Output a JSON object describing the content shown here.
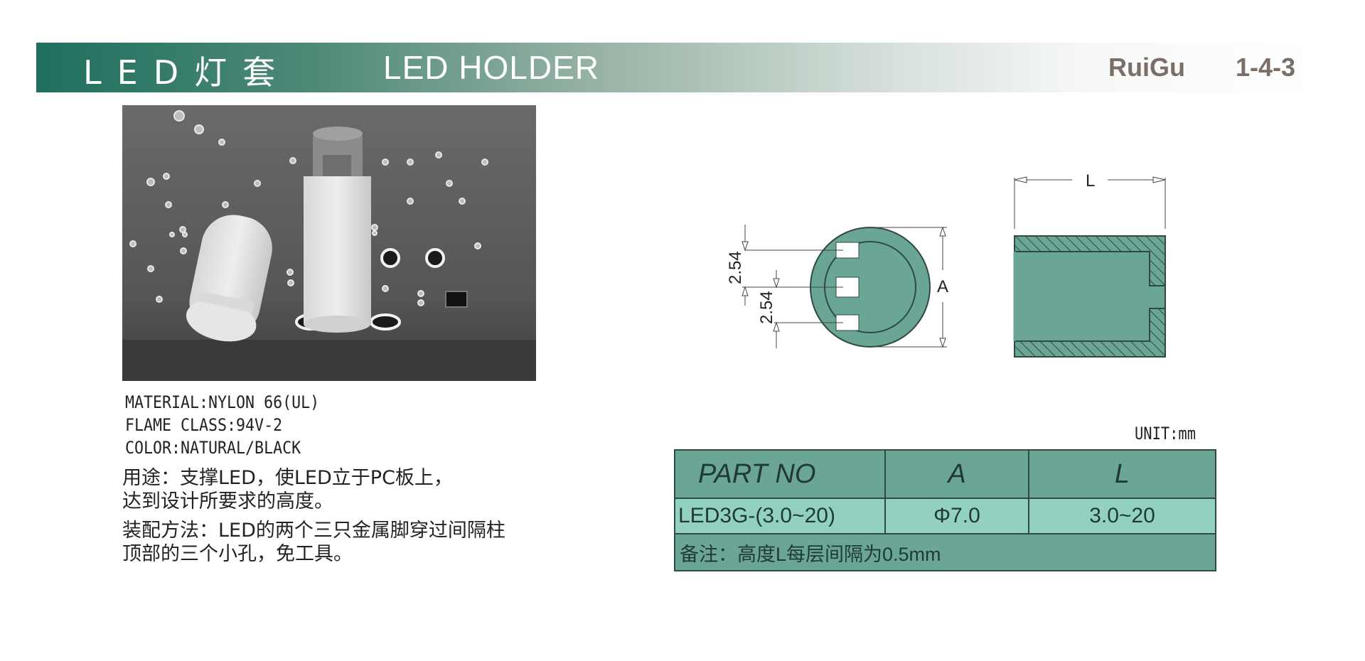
{
  "header": {
    "title_cn": "LED灯套",
    "title_en": "LED HOLDER",
    "brand": "RuiGu",
    "page_number": "1-4-3",
    "gradient_start": "#1f6f5e",
    "text_color_brand": "#7a6e66"
  },
  "photo": {
    "description": "Photo of two white nylon LED holders on a PCB, one holding an LED upright"
  },
  "specs": {
    "material": "MATERIAL:NYLON 66(UL)",
    "flame_class": "FLAME CLASS:94V-2",
    "color": "COLOR:NATURAL/BLACK"
  },
  "description": {
    "usage_line1": "用途：支撑LED，使LED立于PC板上，",
    "usage_line2": "达到设计所要求的高度。",
    "assembly_line1": "装配方法：LED的两个三只金属脚穿过间隔柱",
    "assembly_line2": "顶部的三个小孔，免工具。"
  },
  "drawing": {
    "top_view": {
      "pitch_label_1": "2.54",
      "pitch_label_2": "2.54",
      "diameter_label": "A"
    },
    "side_view": {
      "length_label": "L"
    },
    "fill_color": "#6aa596"
  },
  "table": {
    "unit": "UNIT:mm",
    "headers": [
      "PART NO",
      "A",
      "L"
    ],
    "rows": [
      {
        "part_no": "LED3G-(3.0~20)",
        "a": "Φ7.0",
        "l": "3.0~20"
      }
    ],
    "note": "备注：高度L每层间隔为0.5mm",
    "header_color": "#6aa596",
    "row_color": "#92d1c0"
  }
}
